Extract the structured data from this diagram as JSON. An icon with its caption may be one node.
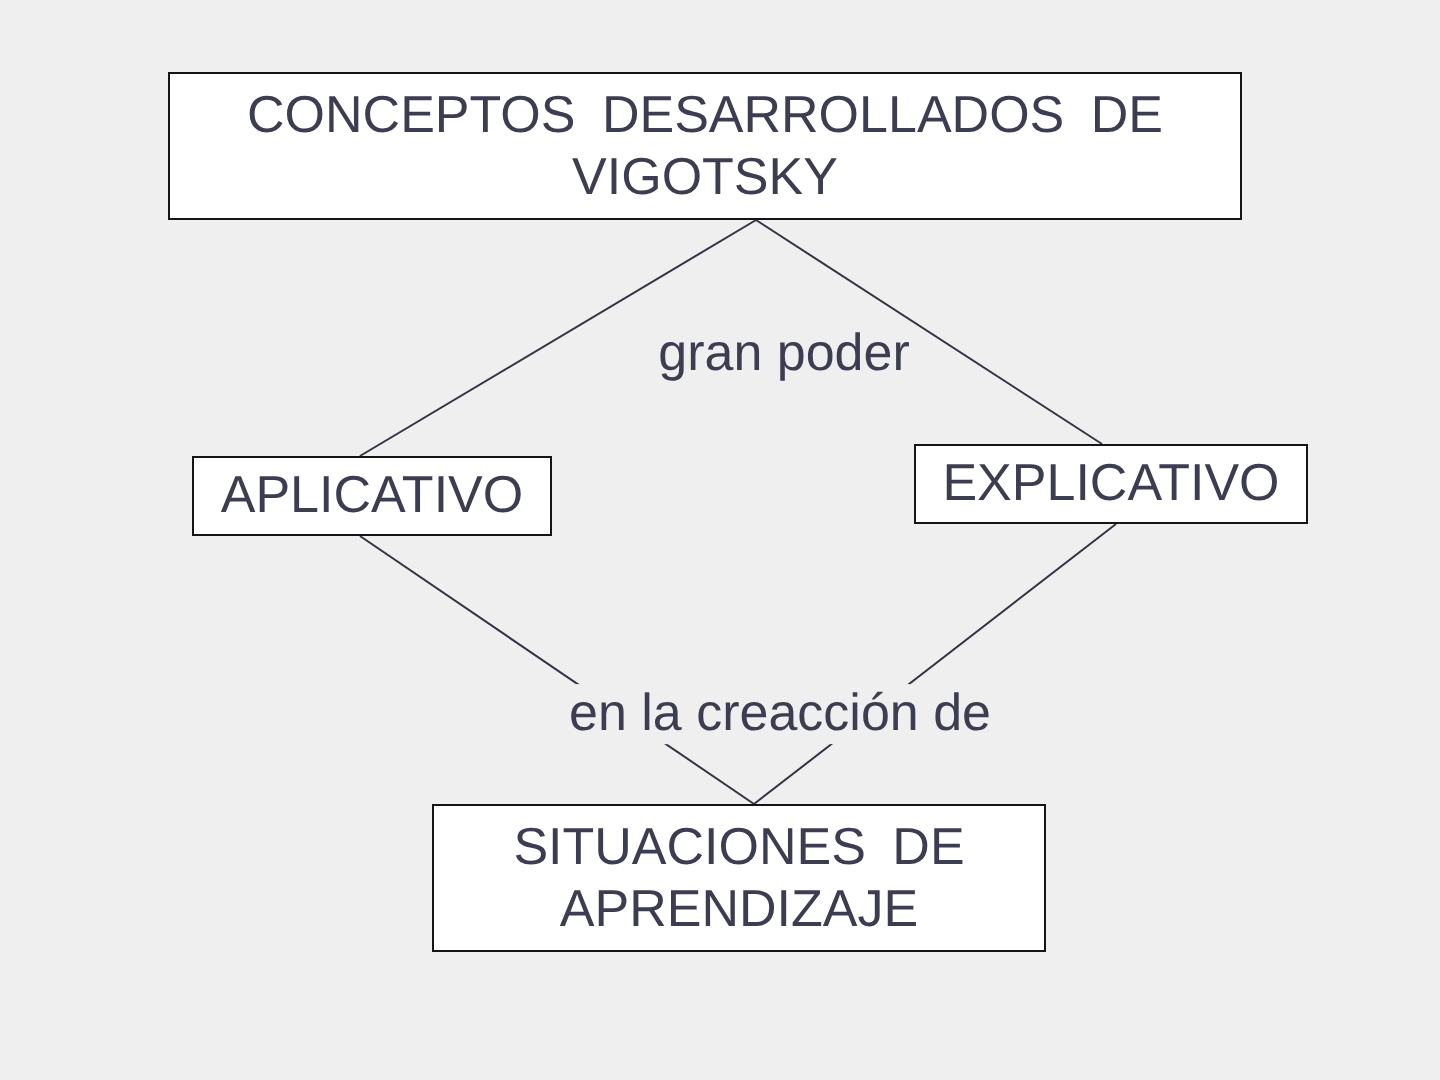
{
  "diagram": {
    "nodes": [
      {
        "text": [
          "CONCEPTOS DESARROLLADOS DE VIGOTSKY"
        ]
      },
      {
        "text": [
          "APLICATIVO"
        ]
      },
      {
        "text": [
          "EXPLICATIVO"
        ]
      },
      {
        "text": [
          "SITUACIONES DE APRENDIZAJE"
        ]
      }
    ],
    "edges": [
      {
        "from": 0,
        "to": 1,
        "arrow": "none"
      },
      {
        "from": 0,
        "to": 2,
        "arrow": "none"
      },
      {
        "from": 1,
        "to": 3,
        "arrow": "none"
      },
      {
        "from": 2,
        "to": 3,
        "arrow": "none"
      }
    ],
    "labels": [
      "gran poder",
      "en la creacción de"
    ]
  }
}
